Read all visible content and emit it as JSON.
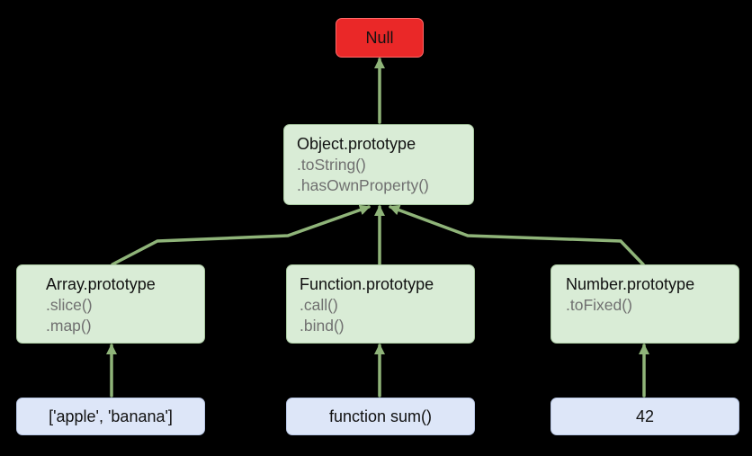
{
  "null_node": {
    "label": "Null"
  },
  "object_proto": {
    "title": "Object.prototype",
    "methods": [
      ".toString()",
      ".hasOwnProperty()"
    ]
  },
  "array_proto": {
    "title": "Array.prototype",
    "methods": [
      ".slice()",
      ".map()"
    ]
  },
  "function_proto": {
    "title": "Function.prototype",
    "methods": [
      ".call()",
      ".bind()"
    ]
  },
  "number_proto": {
    "title": "Number.prototype",
    "methods": [
      ".toFixed()"
    ]
  },
  "instances": {
    "array": "['apple', 'banana']",
    "function": "function sum()",
    "number": "42"
  },
  "colors": {
    "background": "#000000",
    "edge": "#8fb479",
    "prototype_fill": "#d9ecd6",
    "instance_fill": "#dde6f8",
    "null_fill": "#ea2828"
  }
}
